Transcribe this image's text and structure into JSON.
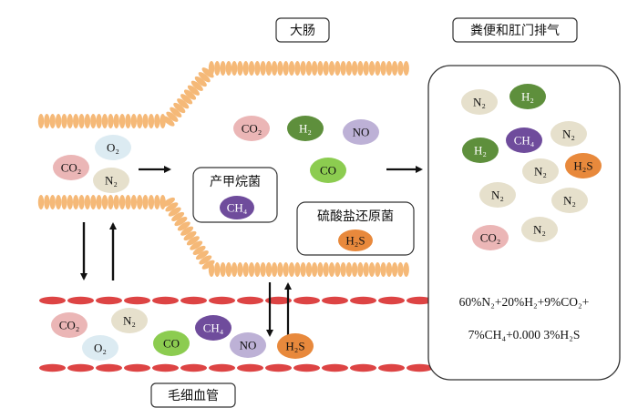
{
  "labels": {
    "large_intestine": "大肠",
    "feces_anus": "粪便和肛门排气",
    "capillary": "毛细血管",
    "methanogen": "产甲烷菌",
    "sulfate_reducer": "硫酸盐还原菌"
  },
  "composition": {
    "line1": "60%N₂+20%H₂+9%CO₂+",
    "line2": "7%CH₄+0.000 3%H₂S"
  },
  "colors": {
    "intestine_wall": "#f5b978",
    "capillary_wall": "#dd4444",
    "CO2": "#ebb6b6",
    "O2": "#dcebf2",
    "N2": "#e6e0cc",
    "H2": "#5e8f3c",
    "NO": "#bdb1d6",
    "CO": "#8ccc50",
    "CH4": "#6f4c9c",
    "H2S": "#e8893c"
  },
  "gases": {
    "lumen_left": [
      "CO₂",
      "O₂",
      "N₂"
    ],
    "lumen_middle": [
      "CO₂",
      "H₂",
      "NO",
      "CO"
    ],
    "methanogen_product": "CH₄",
    "sulfate_product": "H₂S",
    "output": [
      "N₂",
      "H₂",
      "H₂",
      "CH₄",
      "N₂",
      "N₂",
      "H₂S",
      "N₂",
      "N₂",
      "CO₂",
      "N₂"
    ],
    "capillary": [
      "CO₂",
      "N₂",
      "CH₄",
      "O₂",
      "CO",
      "NO",
      "H₂S"
    ]
  }
}
